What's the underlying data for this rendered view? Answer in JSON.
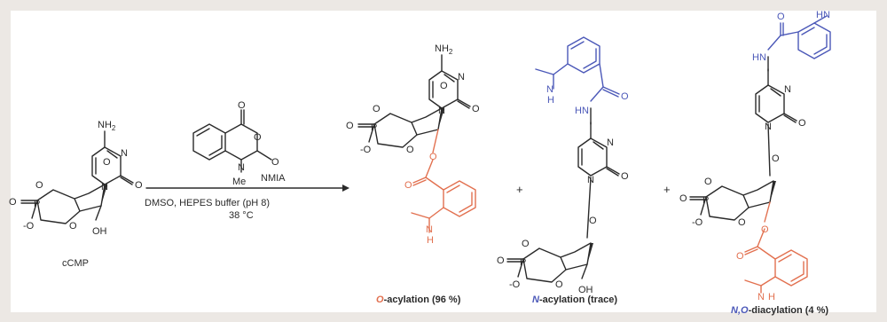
{
  "colors": {
    "background": "#ece8e4",
    "panel": "#ffffff",
    "bond": "#2a2a2a",
    "blue": "#4b58b8",
    "red": "#e2704f"
  },
  "atoms": {
    "nh2": "NH",
    "nh2_sub": "2",
    "n": "N",
    "o": "O",
    "p": "P",
    "oh": "OH",
    "minus_o": "-O",
    "hn": "HN",
    "h": "H"
  },
  "reagent": {
    "name": "NMIA",
    "me": "Me",
    "conditions_line1": "DMSO, HEPES buffer (pH 8)",
    "conditions_line2": "38 °C"
  },
  "starting_material": {
    "label": "cCMP"
  },
  "plus": "+",
  "products": [
    {
      "prefix": "O",
      "suffix": "-acylation (96 %)"
    },
    {
      "prefix": "N",
      "suffix": "-acylation (trace)"
    },
    {
      "prefix": "N,O",
      "suffix": "-diacylation (4 %)"
    }
  ]
}
